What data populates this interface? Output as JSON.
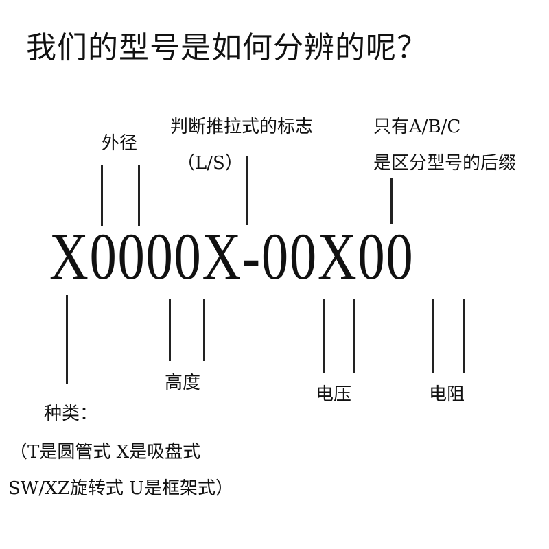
{
  "title": "我们的型号是如何分辨的呢？",
  "model_code": "X0000X-00X00",
  "labels": {
    "outer_diameter": "外径",
    "push_pull_title": "判断推拉式的标志",
    "push_pull_code": "（L/S）",
    "suffix_line1": "只有A/B/C",
    "suffix_line2": "是区分型号的后缀",
    "height": "高度",
    "voltage": "电压",
    "resistance": "电阻",
    "type_title": "种类：",
    "type_line1": "（T是圆管式 X是吸盘式",
    "type_line2": "SW/XZ旋转式 U是框架式）"
  }
}
